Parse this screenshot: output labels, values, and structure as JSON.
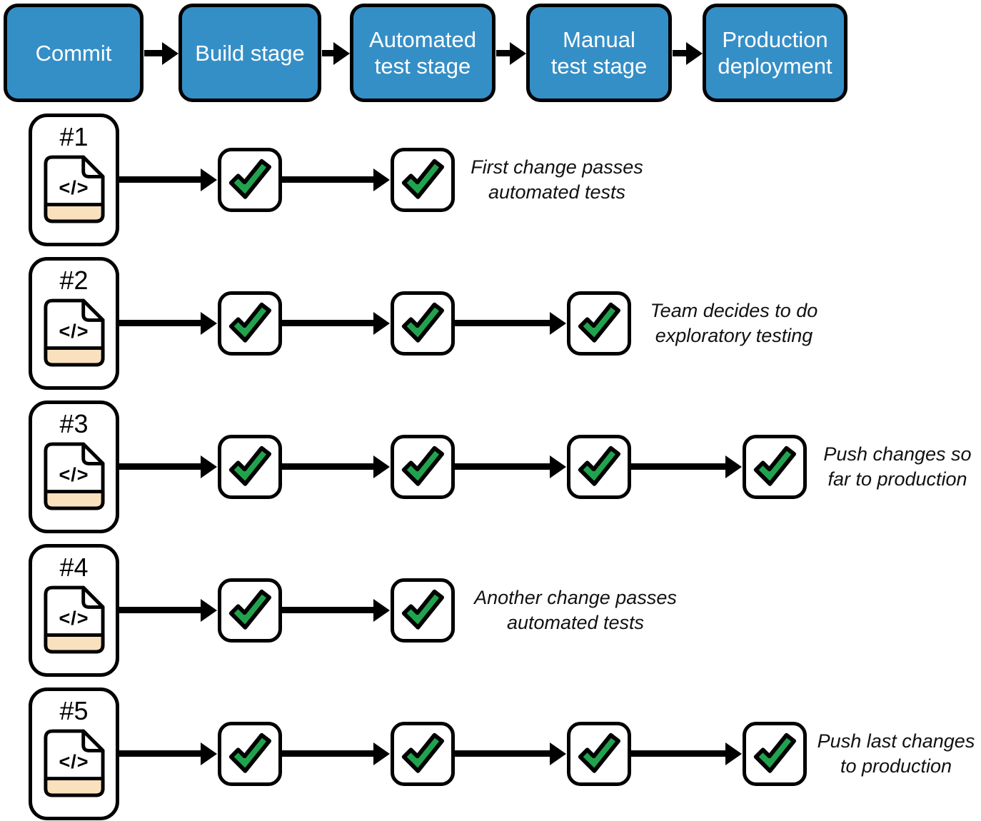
{
  "header": {
    "stages": [
      {
        "label": "Commit",
        "lines": [
          "Commit"
        ]
      },
      {
        "label": "Build stage",
        "lines": [
          "Build stage"
        ]
      },
      {
        "label": "Automated test stage",
        "lines": [
          "Automated",
          "test stage"
        ]
      },
      {
        "label": "Manual test stage",
        "lines": [
          "Manual",
          "test stage"
        ]
      },
      {
        "label": "Production deployment",
        "lines": [
          "Production",
          "deployment"
        ]
      }
    ]
  },
  "rows": [
    {
      "commit_label": "#1",
      "code_glyph": "</>",
      "checks_passed": [
        "Build stage",
        "Automated test stage"
      ],
      "annotation_lines": [
        "First change passes",
        "automated tests"
      ]
    },
    {
      "commit_label": "#2",
      "code_glyph": "</>",
      "checks_passed": [
        "Build stage",
        "Automated test stage",
        "Manual test stage"
      ],
      "annotation_lines": [
        "Team decides to do",
        "exploratory testing"
      ]
    },
    {
      "commit_label": "#3",
      "code_glyph": "</>",
      "checks_passed": [
        "Build stage",
        "Automated test stage",
        "Manual test stage",
        "Production deployment"
      ],
      "annotation_lines": [
        "Push changes so",
        "far to production"
      ]
    },
    {
      "commit_label": "#4",
      "code_glyph": "</>",
      "checks_passed": [
        "Build stage",
        "Automated test stage"
      ],
      "annotation_lines": [
        "Another change passes",
        "automated tests"
      ]
    },
    {
      "commit_label": "#5",
      "code_glyph": "</>",
      "checks_passed": [
        "Build stage",
        "Automated test stage",
        "Manual test stage",
        "Production deployment"
      ],
      "annotation_lines": [
        "Push last changes",
        "to production"
      ]
    }
  ],
  "icons": {
    "check": "check-icon",
    "arrow": "arrow-right-icon",
    "commit_file": "code-file-icon"
  },
  "colors": {
    "stage_fill": "#358fc7",
    "stage_text": "#ffffff",
    "check_green": "#21a34e",
    "file_strip": "#fae1bd",
    "outline": "#000000",
    "annotation_text": "#111111"
  }
}
